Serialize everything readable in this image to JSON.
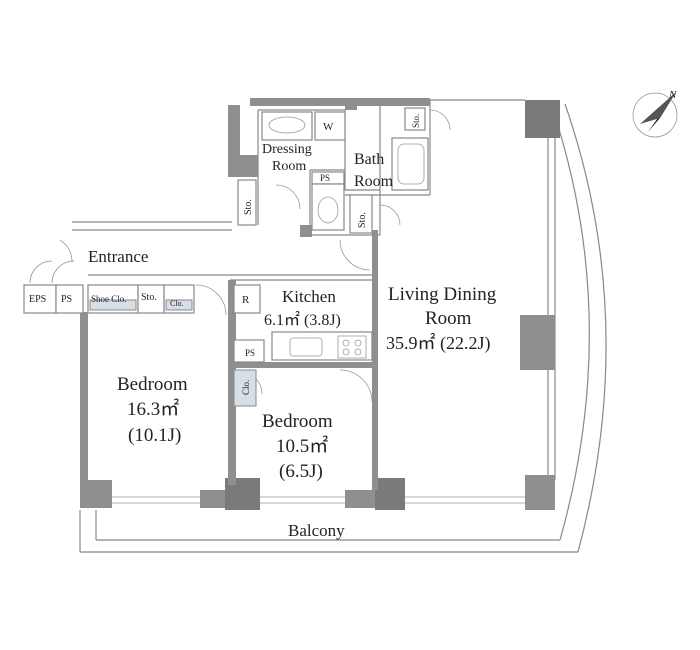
{
  "rooms": {
    "entrance": "Entrance",
    "dressing_line1": "Dressing",
    "dressing_line2": "Room",
    "bath_line1": "Bath",
    "bath_line2": "Room",
    "kitchen_name": "Kitchen",
    "kitchen_area": "6.1㎡ (3.8J)",
    "living_line1": "Living Dining",
    "living_line2": "Room",
    "living_area": "35.9㎡ (22.2J)",
    "bedroom1_name": "Bedroom",
    "bedroom1_area": "16.3㎡",
    "bedroom1_jo": "(10.1J)",
    "bedroom2_name": "Bedroom",
    "bedroom2_area": "10.5㎡",
    "bedroom2_jo": "(6.5J)",
    "balcony": "Balcony"
  },
  "fixtures": {
    "eps": "EPS",
    "ps": "PS",
    "shoe_closet": "Shoe Clo.",
    "storage": "Sto.",
    "closet": "Clo.",
    "washer": "W",
    "refrigerator": "R"
  },
  "compass": {
    "north": "N"
  },
  "colors": {
    "wall": "#8f8f8f",
    "line": "#888888",
    "glass": "#d6dee8",
    "text": "#222222"
  }
}
